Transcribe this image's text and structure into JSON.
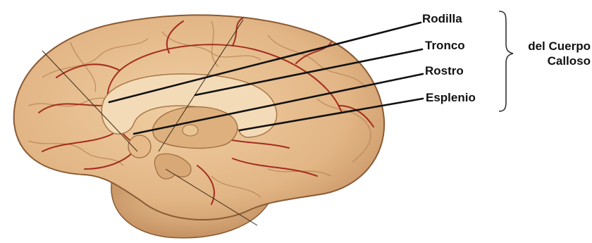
{
  "labels": {
    "rodilla": "Rodilla",
    "tronco": "Tronco",
    "rostro": "Rostro",
    "esplenio": "Esplenio"
  },
  "group": {
    "line1": "del Cuerpo",
    "line2": "Calloso"
  },
  "colors": {
    "brain": "#e2b585",
    "brain_dark": "#c99666",
    "vessel": "#a42d1e",
    "leader": "#111111",
    "bracket": "#333333"
  }
}
